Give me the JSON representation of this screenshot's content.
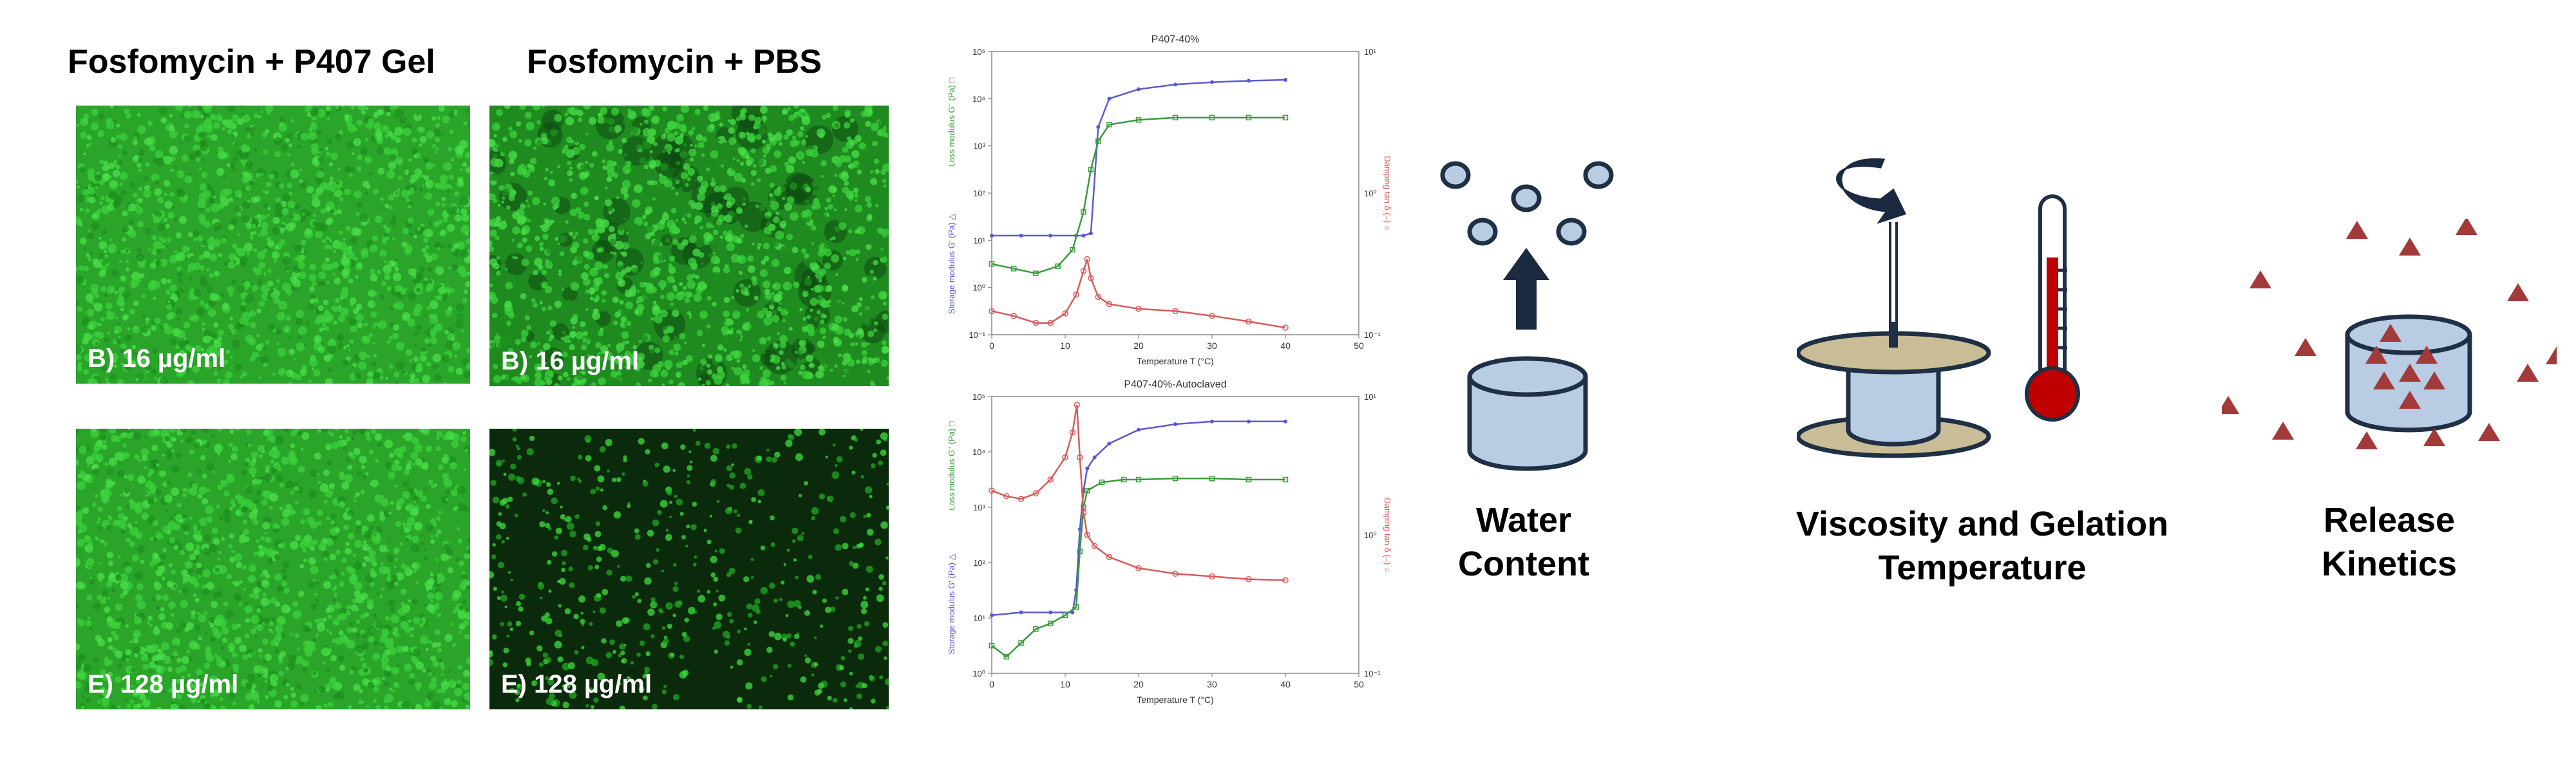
{
  "column_titles": {
    "gel": "Fosfomycin + P407 Gel",
    "pbs": "Fosfomycin + PBS"
  },
  "micrographs": [
    {
      "id": "gel-16",
      "label": "B) 16 µg/ml"
    },
    {
      "id": "pbs-16",
      "label": "B) 16 µg/ml"
    },
    {
      "id": "gel-128",
      "label": "E) 128 µg/ml"
    },
    {
      "id": "pbs-128",
      "label": "E) 128 µg/ml"
    }
  ],
  "colors": {
    "micrograph_green": "#28c028",
    "storage_modulus": "#5a5ad2",
    "loss_modulus": "#3a9a3a",
    "tan_delta": "#d85a5a",
    "icon_fill": "#b8cce4",
    "icon_stroke": "#1f2f44",
    "arrow_navy": "#1b2a41",
    "plate": "#c9bd97",
    "thermo_red": "#c00000",
    "triangle": "#a33a3a"
  },
  "chart_data": [
    {
      "type": "line",
      "title": "P407-40%",
      "xlabel": "Temperature T (°C)",
      "ylabel_left_upper": "Loss modulus G'' (Pa) □",
      "ylabel_left_lower": "Storage modulus G' (Pa) △",
      "ylabel_right": "Damping tan δ (–) ○",
      "xlim": [
        0,
        50
      ],
      "xticks": [
        "0",
        "10",
        "20",
        "30",
        "40",
        "50"
      ],
      "ylim_log": [
        -1,
        5
      ],
      "yticks": [
        "10⁻¹",
        "10⁰",
        "10¹",
        "10²",
        "10³",
        "10⁴",
        "10⁵"
      ],
      "yticks_right": [
        "10⁻¹",
        "10⁰",
        "10¹"
      ],
      "series": [
        {
          "key": "storage",
          "x": [
            0,
            4,
            8,
            11.5,
            12.5,
            13.5,
            14.5,
            16,
            20,
            25,
            30,
            35,
            40
          ],
          "y": [
            1.1,
            1.1,
            1.1,
            1.1,
            1.1,
            1.15,
            3.4,
            4.0,
            4.2,
            4.3,
            4.35,
            4.38,
            4.4
          ]
        },
        {
          "key": "loss",
          "x": [
            0,
            3,
            6,
            9,
            11,
            12.5,
            13.5,
            14.5,
            16,
            20,
            25,
            30,
            35,
            40
          ],
          "y": [
            0.5,
            0.4,
            0.3,
            0.45,
            0.8,
            1.6,
            2.5,
            3.1,
            3.45,
            3.55,
            3.6,
            3.6,
            3.6,
            3.6
          ]
        },
        {
          "key": "tan",
          "x": [
            0,
            3,
            6,
            8,
            10,
            11.5,
            12.5,
            13,
            13.5,
            14.5,
            16,
            20,
            25,
            30,
            35,
            40
          ],
          "y": [
            -0.5,
            -0.6,
            -0.75,
            -0.75,
            -0.55,
            -0.15,
            0.35,
            0.6,
            0.2,
            -0.2,
            -0.35,
            -0.45,
            -0.5,
            -0.6,
            -0.72,
            -0.85
          ]
        }
      ]
    },
    {
      "type": "line",
      "title": "P407-40%-Autoclaved",
      "xlabel": "Temperature T (°C)",
      "ylabel_left_upper": "Loss modulus G'' (Pa) □",
      "ylabel_left_lower": "Storage modulus G' (Pa) △",
      "ylabel_right": "Damping tan δ (–) ○",
      "xlim": [
        0,
        50
      ],
      "xticks": [
        "0",
        "10",
        "20",
        "30",
        "40",
        "50"
      ],
      "ylim_log": [
        0,
        5
      ],
      "yticks": [
        "10⁰",
        "10¹",
        "10²",
        "10³",
        "10⁴",
        "10⁵"
      ],
      "yticks_right": [
        "10⁻¹",
        "10⁰",
        "10¹"
      ],
      "series": [
        {
          "key": "storage",
          "x": [
            0,
            4,
            8,
            11,
            11.5,
            12,
            12.5,
            13,
            14,
            16,
            20,
            25,
            30,
            35,
            40
          ],
          "y": [
            1.05,
            1.1,
            1.1,
            1.1,
            1.5,
            2.6,
            3.3,
            3.7,
            3.9,
            4.15,
            4.4,
            4.5,
            4.55,
            4.55,
            4.55
          ]
        },
        {
          "key": "loss",
          "x": [
            0,
            2,
            4,
            6,
            8,
            10,
            11.5,
            12,
            12.5,
            13,
            15,
            18,
            20,
            25,
            30,
            35,
            40
          ],
          "y": [
            0.5,
            0.3,
            0.55,
            0.8,
            0.9,
            1.05,
            1.2,
            2.2,
            3.0,
            3.3,
            3.45,
            3.5,
            3.5,
            3.52,
            3.52,
            3.5,
            3.5
          ]
        },
        {
          "key": "tan",
          "x": [
            0,
            2,
            4,
            6,
            8,
            10,
            11,
            11.6,
            12,
            12.5,
            13,
            14,
            16,
            20,
            25,
            30,
            35,
            40
          ],
          "y": [
            3.3,
            3.2,
            3.15,
            3.25,
            3.5,
            3.9,
            4.35,
            4.85,
            3.9,
            2.9,
            2.5,
            2.3,
            2.1,
            1.9,
            1.8,
            1.75,
            1.7,
            1.68
          ]
        }
      ]
    }
  ],
  "properties": {
    "water": {
      "line1": "Water",
      "line2": "Content",
      "icons": [
        "cylinder-icon",
        "up-arrow-icon",
        "droplet-icon"
      ]
    },
    "viscosity": {
      "line1": "Viscosity and Gelation",
      "line2": "Temperature",
      "icons": [
        "rheometer-icon",
        "rotation-arrow-icon",
        "thermometer-icon"
      ]
    },
    "release": {
      "line1": "Release",
      "line2": "Kinetics",
      "icons": [
        "cylinder-icon",
        "triangle-particle-icon"
      ]
    }
  }
}
